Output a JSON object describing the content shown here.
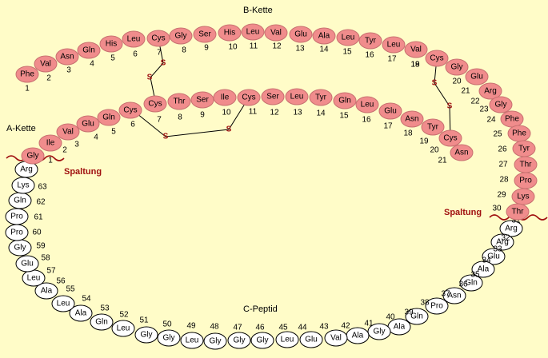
{
  "labels": {
    "b_chain": "B-Kette",
    "a_chain": "A-Kette",
    "c_peptide": "C-Peptid",
    "cleavage_left": "Spaltung",
    "cleavage_right": "Spaltung",
    "sulfur": "S"
  },
  "b_chain": [
    {
      "aa": "Phe",
      "n": "1"
    },
    {
      "aa": "Val",
      "n": "2"
    },
    {
      "aa": "Asn",
      "n": "3"
    },
    {
      "aa": "Gln",
      "n": "4"
    },
    {
      "aa": "His",
      "n": "5"
    },
    {
      "aa": "Leu",
      "n": "6"
    },
    {
      "aa": "Cys",
      "n": "7"
    },
    {
      "aa": "Gly",
      "n": "8"
    },
    {
      "aa": "Ser",
      "n": "9"
    },
    {
      "aa": "His",
      "n": "10"
    },
    {
      "aa": "Leu",
      "n": "11"
    },
    {
      "aa": "Val",
      "n": "12"
    },
    {
      "aa": "Glu",
      "n": "13"
    },
    {
      "aa": "Ala",
      "n": "14"
    },
    {
      "aa": "Leu",
      "n": "15"
    },
    {
      "aa": "Tyr",
      "n": "16"
    },
    {
      "aa": "Leu",
      "n": "17"
    },
    {
      "aa": "Val",
      "n": "18"
    },
    {
      "aa": "Cys",
      "n": "19"
    },
    {
      "aa": "Gly",
      "n": "20"
    },
    {
      "aa": "Glu",
      "n": "21"
    },
    {
      "aa": "Arg",
      "n": "22"
    },
    {
      "aa": "Gly",
      "n": "23"
    },
    {
      "aa": "Phe",
      "n": "24"
    },
    {
      "aa": "Phe",
      "n": "25"
    },
    {
      "aa": "Tyr",
      "n": "26"
    },
    {
      "aa": "Thr",
      "n": "27"
    },
    {
      "aa": "Pro",
      "n": "28"
    },
    {
      "aa": "Lys",
      "n": "29"
    },
    {
      "aa": "Thr",
      "n": "30"
    }
  ],
  "a_chain": [
    {
      "aa": "Gly",
      "n": "1"
    },
    {
      "aa": "Ile",
      "n": "2"
    },
    {
      "aa": "Val",
      "n": "3"
    },
    {
      "aa": "Glu",
      "n": "4"
    },
    {
      "aa": "Gln",
      "n": "5"
    },
    {
      "aa": "Cys",
      "n": "6"
    },
    {
      "aa": "Cys",
      "n": "7"
    },
    {
      "aa": "Thr",
      "n": "8"
    },
    {
      "aa": "Ser",
      "n": "9"
    },
    {
      "aa": "Ile",
      "n": "10"
    },
    {
      "aa": "Cys",
      "n": "11"
    },
    {
      "aa": "Ser",
      "n": "12"
    },
    {
      "aa": "Leu",
      "n": "13"
    },
    {
      "aa": "Tyr",
      "n": "14"
    },
    {
      "aa": "Gln",
      "n": "15"
    },
    {
      "aa": "Leu",
      "n": "16"
    },
    {
      "aa": "Glu",
      "n": "17"
    },
    {
      "aa": "Asn",
      "n": "18"
    },
    {
      "aa": "Tyr",
      "n": "19"
    },
    {
      "aa": "Cys",
      "n": "20"
    },
    {
      "aa": "Asn",
      "n": "21"
    }
  ],
  "c_peptide": [
    {
      "aa": "Arg",
      "n": "31"
    },
    {
      "aa": "Arg",
      "n": "32"
    },
    {
      "aa": "Glu",
      "n": "33"
    },
    {
      "aa": "Ala",
      "n": "34"
    },
    {
      "aa": "Gln",
      "n": "35"
    },
    {
      "aa": "Asn",
      "n": "36"
    },
    {
      "aa": "Pro",
      "n": "37"
    },
    {
      "aa": "Gln",
      "n": "38"
    },
    {
      "aa": "Ala",
      "n": "39"
    },
    {
      "aa": "Gly",
      "n": "40"
    },
    {
      "aa": "Ala",
      "n": "41"
    },
    {
      "aa": "Val",
      "n": "42"
    },
    {
      "aa": "Glu",
      "n": "43"
    },
    {
      "aa": "Leu",
      "n": "44"
    },
    {
      "aa": "Gly",
      "n": "45"
    },
    {
      "aa": "Gly",
      "n": "46"
    },
    {
      "aa": "Gly",
      "n": "47"
    },
    {
      "aa": "Leu",
      "n": "48"
    },
    {
      "aa": "Gly",
      "n": "49"
    },
    {
      "aa": "Gly",
      "n": "50"
    },
    {
      "aa": "Leu",
      "n": "51"
    },
    {
      "aa": "Gln",
      "n": "52"
    },
    {
      "aa": "Ala",
      "n": "53"
    },
    {
      "aa": "Leu",
      "n": "54"
    },
    {
      "aa": "Ala",
      "n": "55"
    },
    {
      "aa": "Leu",
      "n": "56"
    },
    {
      "aa": "Glu",
      "n": "57"
    },
    {
      "aa": "Gly",
      "n": "58"
    },
    {
      "aa": "Pro",
      "n": "59"
    },
    {
      "aa": "Pro",
      "n": "60"
    },
    {
      "aa": "Gln",
      "n": "61"
    },
    {
      "aa": "Lys",
      "n": "62"
    },
    {
      "aa": "Arg",
      "n": "63"
    }
  ],
  "colors": {
    "background": "#fffcc8",
    "insulin_residue": "#f08c8c",
    "c_peptide_residue": "#ffffff",
    "sulfur_and_cleavage": "#a01010"
  }
}
